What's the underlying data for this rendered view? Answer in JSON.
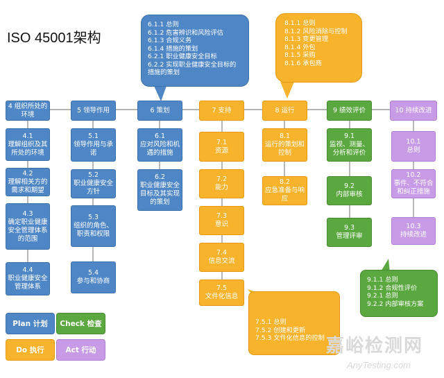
{
  "title": "ISO 45001架构",
  "columns": [
    {
      "header": "4 组织所处的环境",
      "items": [
        "4.1\n理解组织及其所处的环境",
        "4.2\n理解相关方的需求和期望",
        "4.3\n确定职业健康安全管理体系的范围",
        "4.4\n职业健康安全管理体系"
      ]
    },
    {
      "header": "5 领导作用",
      "items": [
        "5.1\n领导作用与承诺",
        "5.2\n职业健康安全方针",
        "5.3\n组织的角色、职责和权限",
        "5.4\n参与和协商"
      ]
    },
    {
      "header": "6 策划",
      "items": [
        "6.1\n应对风险和机遇的措施",
        "6.2\n职业健康安全目标及其实现的策划"
      ]
    },
    {
      "header": "7 支持",
      "items": [
        "7.1\n资源",
        "7.2\n能力",
        "7.3\n意识",
        "7.4\n信息交流",
        "7.5\n文件化信息"
      ]
    },
    {
      "header": "8 运行",
      "items": [
        "8.1\n运行的策划和控制",
        "8.2\n应急准备与响应"
      ]
    },
    {
      "header": "9 绩效评价",
      "items": [
        "9.1\n监视、测量、分析和评价",
        "9.2\n内部审核",
        "9.3\n管理评审"
      ]
    },
    {
      "header": "10 持续改进",
      "items": [
        "10.1\n总则",
        "10.2\n事件、不符合和纠正措施",
        "10.3\n持续改进"
      ]
    }
  ],
  "callouts": {
    "planning": "6.1.1 总则\n6.1.2 危害辨识和风险评估\n6.1.3 合规义务\n6.1.4 措施的策划\n6.2.1 职业健康安全目标\n6.2.2 实现职业健康安全目标的措施的策划",
    "operation": "8.1.1 总则\n8.1.2 风险消除与控制\n8.1.3 变更管理\n8.1.4 外包\n8.1.5 采购\n8.1.6 承包商",
    "performance": "9.1.1 总则\n9.1.2 合规性评价\n9.2.1 总则\n9.2.2 内部审核方案",
    "support": "7.5.1 总则\n7.5.2 创建和更新\n7.5.3 文件化信息的控制"
  },
  "legend": {
    "plan": "Plan 计划",
    "check": "Check 检查",
    "do": "Do 执行",
    "act": "Act 行动"
  },
  "colors": {
    "plan": "#4f86c6",
    "do": "#f7b32b",
    "check": "#5aa83f",
    "act": "#c79be6"
  },
  "watermark": {
    "brand": "嘉峪检测网",
    "url": "AnyTesting.com"
  }
}
